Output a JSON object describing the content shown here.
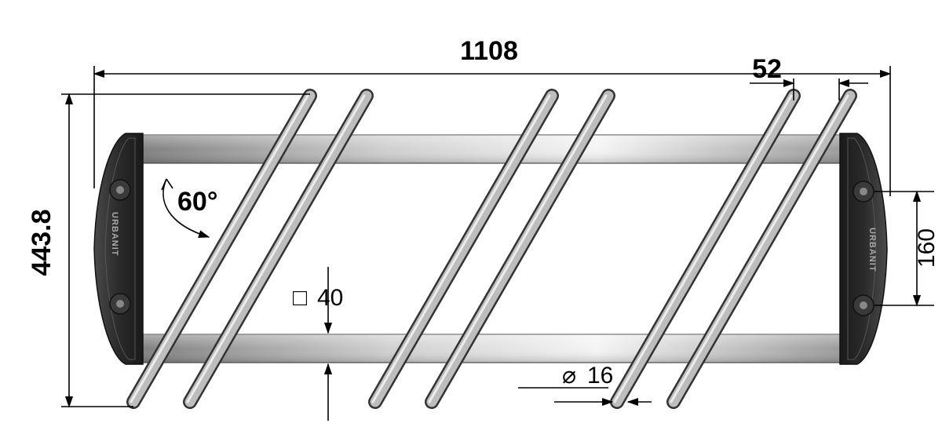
{
  "diagram": {
    "dimensions": {
      "overall_width": "1108",
      "overall_height": "443.8",
      "rod_spacing": "52",
      "rod_angle": "60°",
      "tube_section_symbol": "□",
      "tube_section": "40",
      "rod_diameter_symbol": "⌀",
      "rod_diameter": "16",
      "mount_hole_spacing": "160"
    },
    "end_caps": {
      "brand": "URBANIT"
    },
    "colors": {
      "end_cap": "#2e2e2e",
      "tube_light": "#f2f2f2",
      "tube_dark": "#8c8c8c",
      "rod": "#b3b3b3",
      "dimension_line": "#000000"
    }
  }
}
